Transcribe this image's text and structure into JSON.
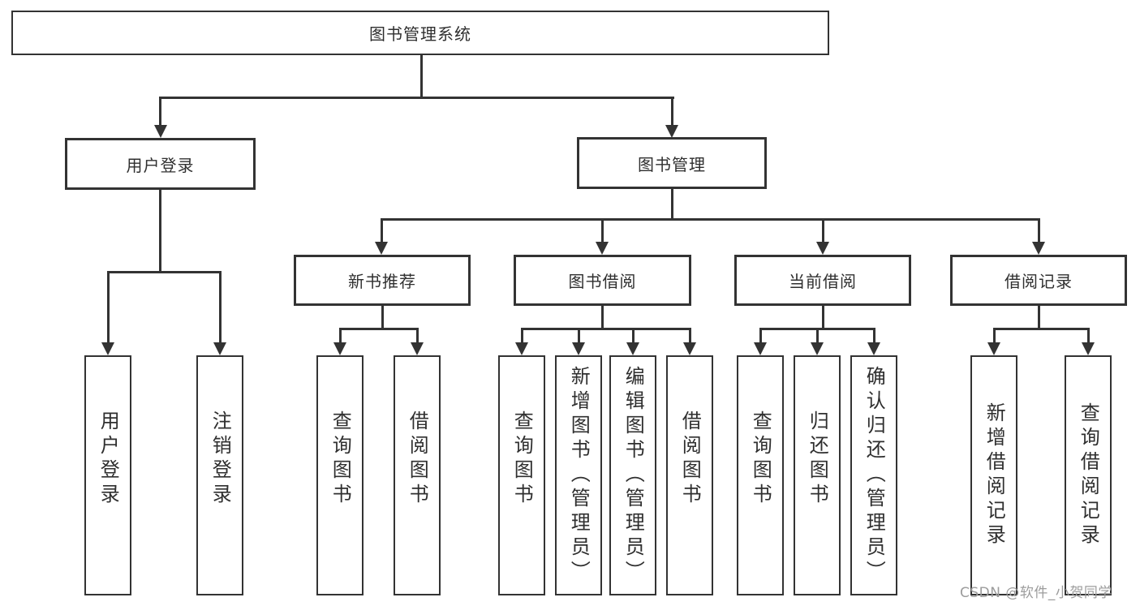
{
  "colors": {
    "line": "#333333",
    "box_border": "#333333",
    "text": "#2f2f2f",
    "background": "#ffffff",
    "watermark": "#9c9c9c"
  },
  "diagram": {
    "root": "图书管理系统",
    "level2": {
      "user_login": "用户登录",
      "book_mgmt": "图书管理"
    },
    "level3": {
      "new_books": "新书推荐",
      "book_borrow": "图书借阅",
      "current_borrow": "当前借阅",
      "borrow_records": "借阅记录"
    },
    "leaves": {
      "user_login_1": "用户登录",
      "user_login_2": "注销登录",
      "new_books_1": "查询图书",
      "new_books_2": "借阅图书",
      "book_borrow_1": "查询图书",
      "book_borrow_2": "新增图书（管理员）",
      "book_borrow_3": "编辑图书（管理员）",
      "book_borrow_4": "借阅图书",
      "current_borrow_1": "查询图书",
      "current_borrow_2": "归还图书",
      "current_borrow_3": "确认归还（管理员）",
      "borrow_records_1": "新增借阅记录",
      "borrow_records_2": "查询借阅记录"
    }
  },
  "watermark": "CSDN @软件_小贺同学"
}
